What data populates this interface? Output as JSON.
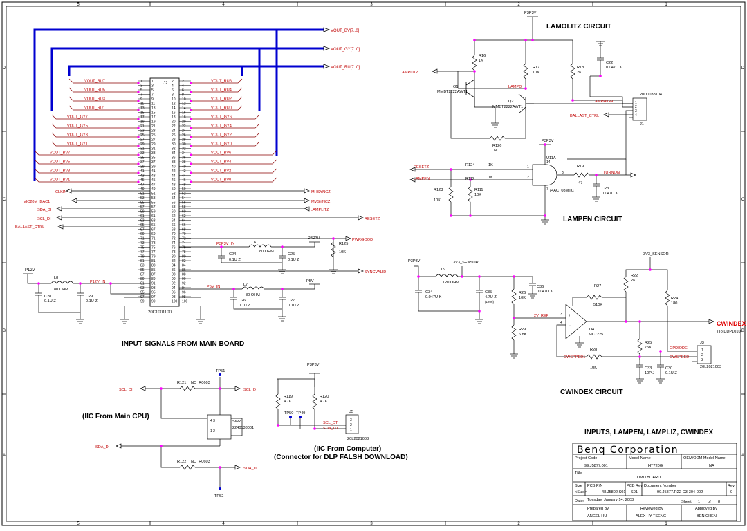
{
  "border": {
    "cols": [
      "5",
      "4",
      "3",
      "2",
      "1"
    ],
    "rows": [
      "D",
      "C",
      "B",
      "A"
    ]
  },
  "sections": {
    "lamolitz": "LAMOLITZ CIRCUIT",
    "lampen": "LAMPEN CIRCUIT",
    "input_signals": "INPUT SIGNALS FROM MAIN BOARD",
    "cwindex": "CWINDEX CIRCUIT",
    "iic_cpu": "(IIC From Main CPU)",
    "iic_computer": "(IIC From Computer)",
    "connector_note": "(Connector for DLP FALSH DOWNLOAD)",
    "summary": "INPUTS, LAMPEN, LAMPLIZ, CWINDEX"
  },
  "buses": [
    "VOUT_BV[7..0]",
    "VOUT_GY[7..0]",
    "VOUT_RU[7..0]"
  ],
  "j2": {
    "ref": "J2",
    "part": "20C1001100",
    "left_nets": [
      "VOUT_RU7",
      "VOUT_RU5",
      "VOUT_RU3",
      "VOUT_RU1",
      "VOUT_GY7",
      "VOUT_GY5",
      "VOUT_GY3",
      "VOUT_GY1",
      "VOUT_BV7",
      "VOUT_BV5",
      "VOUT_BV3",
      "VOUT_BV1"
    ],
    "right_nets": [
      "VOUT_RU6",
      "VOUT_RU4",
      "VOUT_RU2",
      "VOUT_RU0",
      "VOUT_GY6",
      "VOUT_GY4",
      "VOUT_GY2",
      "VOUT_GY0",
      "VOUT_BV6",
      "VOUT_BV4",
      "VOUT_BV2",
      "VOUT_BV0"
    ],
    "left_signals": [
      "CLKIN",
      "VIC20M_DAC1",
      "SDA_DI",
      "SCL_DI",
      "BALLAST_CTRL"
    ],
    "right_signals": [
      "MHSYNCZ",
      "MVSYNCZ",
      "LAMPLITZ",
      "RESETZ",
      "PWRGOOD",
      "SYNCVALID"
    ]
  },
  "power": {
    "p12v": "P12V",
    "p12v_in": "P12V_IN",
    "p3p3v": "P3P3V",
    "p3p3v_in": "P3P3V_IN",
    "p5v": "P5V",
    "p5v_in": "P5V_IN",
    "sensor": "3V3_SENSOR"
  },
  "components": {
    "l8": "L8",
    "l8_val": "80 OHM",
    "l6": "L6",
    "l6_val": "80 OHM",
    "l7": "L7",
    "l7_val": "80 OHM",
    "l9": "L9",
    "l9_val": "120 OHM",
    "c28": "C28",
    "c28_val": "0.1U Z",
    "c29": "C29",
    "c29_val": "0.1U Z",
    "c24": "C24",
    "c24_val": "0.1U Z",
    "c25": "C25",
    "c25_val": "0.1U Z",
    "c26": "C26",
    "c26_val": "0.1U Z",
    "c27": "C27",
    "c27_val": "0.1U Z",
    "r125": "R125",
    "r125_val": "10K",
    "q1": "Q1",
    "q1_part": "MMBT2222AWT1",
    "q2": "Q2",
    "q2_part": "MMBT2222AWT1",
    "r16": "R16",
    "r16_val": "1K",
    "r17": "R17",
    "r17_val": "10K",
    "r18": "R18",
    "r18_val": "2K",
    "c22": "C22",
    "c22_val": "0.047U K",
    "j1": "J1",
    "j1_part": "20D0038104",
    "r126": "R126",
    "r126_val": "NC",
    "lampd": "LAMPD",
    "lamphigh": "LAMPHIGH",
    "lampliz": "LAMPLITZ",
    "ballast": "BALLAST_CTRL",
    "u11": "U11A",
    "u11_part": "74ACT08MTC",
    "r124": "R124",
    "r124_val": "1K",
    "r112": "R112",
    "r112_val": "1K",
    "r123": "R123",
    "r123_val": "10K",
    "r111": "R111",
    "r111_val": "10K",
    "r19": "R19",
    "r19_val": "47",
    "c23": "C23",
    "c23_val": "0.047U K",
    "turnon": "TURNON",
    "resetz": "RESETZ",
    "lampen": "LAMPEN",
    "c34": "C34",
    "c34_val": "0.047U K",
    "c35": "C35",
    "c35_val": "4.7U Z",
    "c35_pkg": "(1206)",
    "c36": "C36",
    "c36_val": "0.047U K",
    "r26": "R26",
    "r26_val": "10K",
    "r29": "R29",
    "r29_val": "6.8K",
    "r27": "R27",
    "r27_val": "510K",
    "r22": "R22",
    "r22_val": "2K",
    "r24": "R24",
    "r24_val": "180",
    "u4": "U4",
    "u4_part": "LMC7225",
    "vref": "2V_REF",
    "cwindex": "CWINDEX",
    "ddp": "(To DDP1010)",
    "r25": "R25",
    "r25_val": "75K",
    "r28": "R28",
    "r28_val": "10K",
    "c33": "C33",
    "c33_val": "10P J",
    "c30": "C30",
    "c30_val": "0.1U Z",
    "opdiode": "OPDIODE",
    "cwspeed": "CWSPEED",
    "cwspped1": "CWSPPED1",
    "j3": "J3",
    "j3_part": "20L2021003",
    "scl_di": "SCL_DI",
    "sda_d": "SDA_D",
    "scl_d": "SCL_D",
    "sda_dd": "SDA_D",
    "r121": "R121",
    "r121_val": "NC_R0603",
    "r122": "R122",
    "r122_val": "NC_R0603",
    "tp51": "TP51",
    "tp52": "TP52",
    "tp50": "TP50",
    "tp49": "TP49",
    "sw2": "SW2",
    "sw2_part": "2240138001",
    "r119": "R119",
    "r119_val": "4.7K",
    "r120": "R120",
    "r120_val": "4.7K",
    "j5": "J5",
    "j5_part": "20L2021003",
    "scl_dt": "SCL_DT",
    "sda_dt": "SDA_DT"
  },
  "title_block": {
    "company": "Benq Corporation",
    "project_code_label": "Project Code",
    "project_code": "99.J5877.001",
    "model_label": "Model Name",
    "model": "HT720G",
    "oem_label": "OEM/ODM Model Name",
    "oem": "NA",
    "title_label": "Title",
    "title": "DMD BOARD",
    "size_label": "Size",
    "size": "<Size>",
    "pcb_pn_label": "PCB P/N",
    "pcb_pn": "48.J5802.S01",
    "pcb_rev_label": "PCB Rev.",
    "pcb_rev": "S01",
    "doc_label": "Document Number",
    "doc": "99.J5877.R22-C3-304-002",
    "rev_label": "Rev.",
    "rev": "0",
    "date_label": "Date:",
    "date": "Tuesday, January 14, 2003",
    "sheet_label": "Sheet",
    "sheet": "1",
    "of_label": "of",
    "of": "8",
    "prepared_label": "Prepared By",
    "prepared": "ANGEL HU",
    "reviewed_label": "Reviewed By",
    "reviewed": "ALEX HY TSENG",
    "approved_label": "Approved By",
    "approved": "BEN CHEN"
  }
}
